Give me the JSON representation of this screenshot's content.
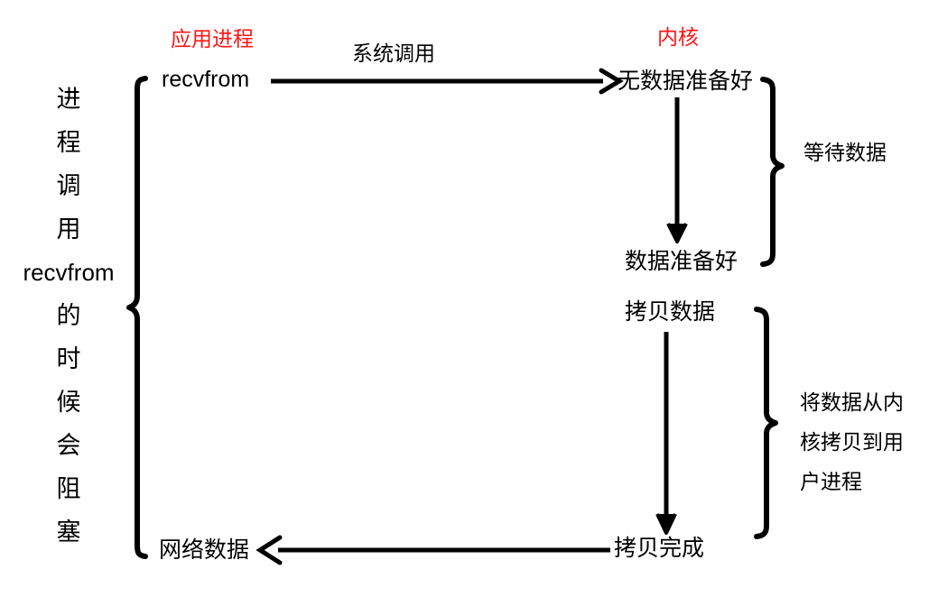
{
  "diagram": {
    "title": "blocking-io-model",
    "colors": {
      "accent_red": "#ff1414",
      "stroke_black": "#000000",
      "background": "#ffffff"
    },
    "headers": {
      "app_process": "应用进程",
      "kernel": "内核"
    },
    "edges": {
      "system_call": "系统调用"
    },
    "left_caption": {
      "lines": [
        "进",
        "程",
        "调",
        "用",
        "recvfrom",
        "的",
        "时",
        "候",
        "会",
        "阻",
        "塞"
      ],
      "full_text": "进程调用recvfrom的时候会阻塞"
    },
    "nodes": {
      "recvfrom": "recvfrom",
      "no_data_ready": "无数据准备好",
      "data_ready": "数据准备好",
      "copy_data": "拷贝数据",
      "copy_done": "拷贝完成",
      "network_data": "网络数据"
    },
    "brace_labels": {
      "wait_data": "等待数据",
      "copy_to_user": {
        "line1": "将数据从内",
        "line2": "核拷贝到用",
        "line3": "户进程",
        "full_text": "将数据从内核拷贝到用户进程"
      }
    }
  }
}
